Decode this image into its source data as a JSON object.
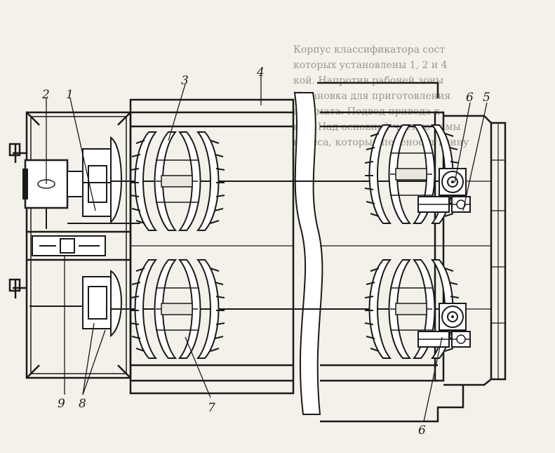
{
  "background_text": {
    "lines_right": [
      "Корпус классификатора сост",
      "которых установлены 1, 2 и 4",
      "кой. Напротив рабочей зоны",
      "Установка для приготовления",
      "автомата. Подвод привода к",
      "кая. Над основной частью рамы",
      "колеса, которые переносят глину"
    ]
  },
  "callouts": [
    {
      "id": "1",
      "text": "1"
    },
    {
      "id": "2",
      "text": "2"
    },
    {
      "id": "3",
      "text": "3"
    },
    {
      "id": "4",
      "text": "4"
    },
    {
      "id": "5",
      "text": "5"
    },
    {
      "id": "6a",
      "text": "6"
    },
    {
      "id": "6b",
      "text": "6"
    },
    {
      "id": "7",
      "text": "7"
    },
    {
      "id": "8",
      "text": "8"
    },
    {
      "id": "9",
      "text": "9"
    }
  ]
}
